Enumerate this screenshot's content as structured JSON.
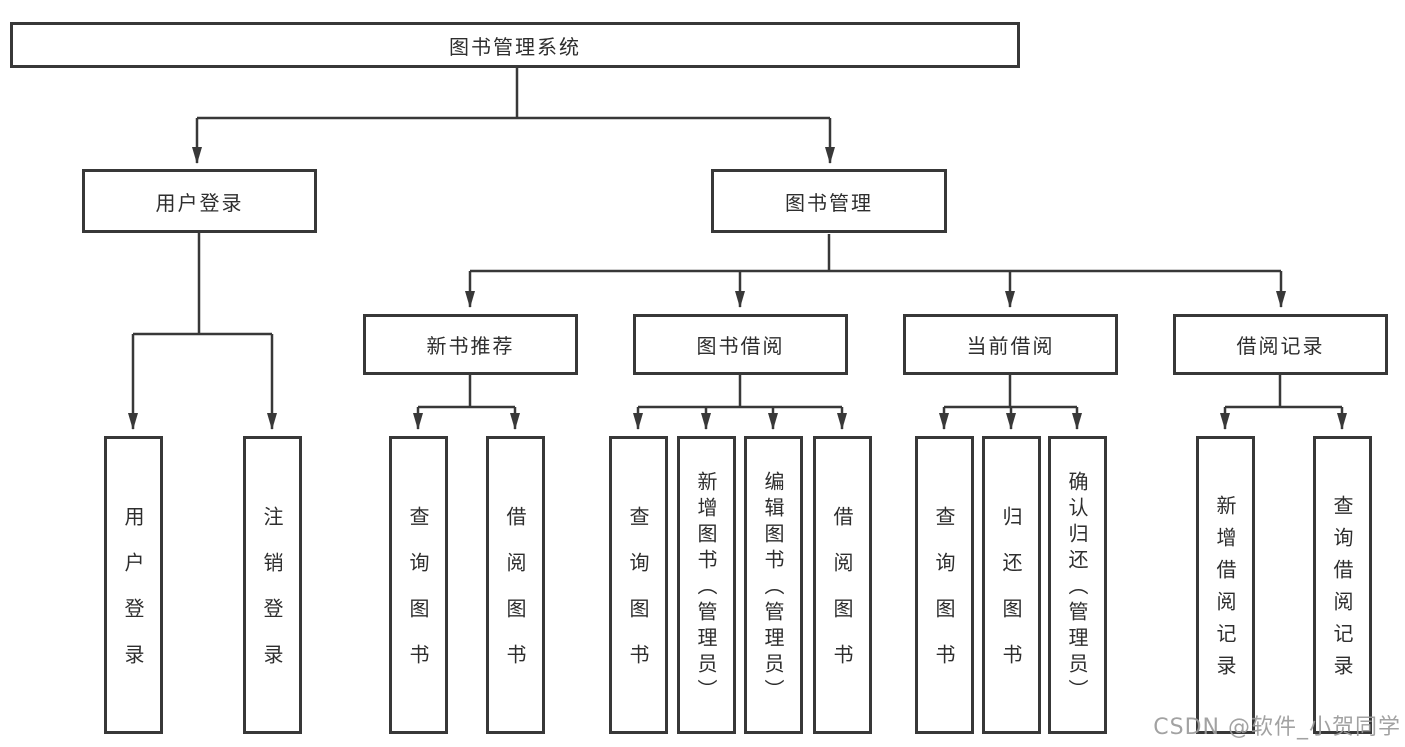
{
  "diagram": {
    "title": "图书管理系统",
    "colors": {
      "line": "#383838",
      "text": "#2e2e2e",
      "background": "#ffffff",
      "watermark": "#9b9b9b"
    },
    "watermark": {
      "text": "CSDN @软件_小贺同学"
    },
    "nodes": {
      "root": {
        "label": "图书管理系统"
      },
      "level2": [
        {
          "label": "用户登录"
        },
        {
          "label": "图书管理"
        }
      ],
      "login_children": [
        {
          "label": "用户登录"
        },
        {
          "label": "注销登录"
        }
      ],
      "level3": [
        {
          "label": "新书推荐"
        },
        {
          "label": "图书借阅"
        },
        {
          "label": "当前借阅"
        },
        {
          "label": "借阅记录"
        }
      ],
      "new_book_children": [
        {
          "label": "查询图书"
        },
        {
          "label": "借阅图书"
        }
      ],
      "borrow_children": [
        {
          "label": "查询图书"
        },
        {
          "label": "新增图书（管理员）"
        },
        {
          "label": "编辑图书（管理员）"
        },
        {
          "label": "借阅图书"
        }
      ],
      "current_children": [
        {
          "label": "查询图书"
        },
        {
          "label": "归还图书"
        },
        {
          "label": "确认归还（管理员）"
        }
      ],
      "record_children": [
        {
          "label": "新增借阅记录"
        },
        {
          "label": "查询借阅记录"
        }
      ]
    }
  }
}
